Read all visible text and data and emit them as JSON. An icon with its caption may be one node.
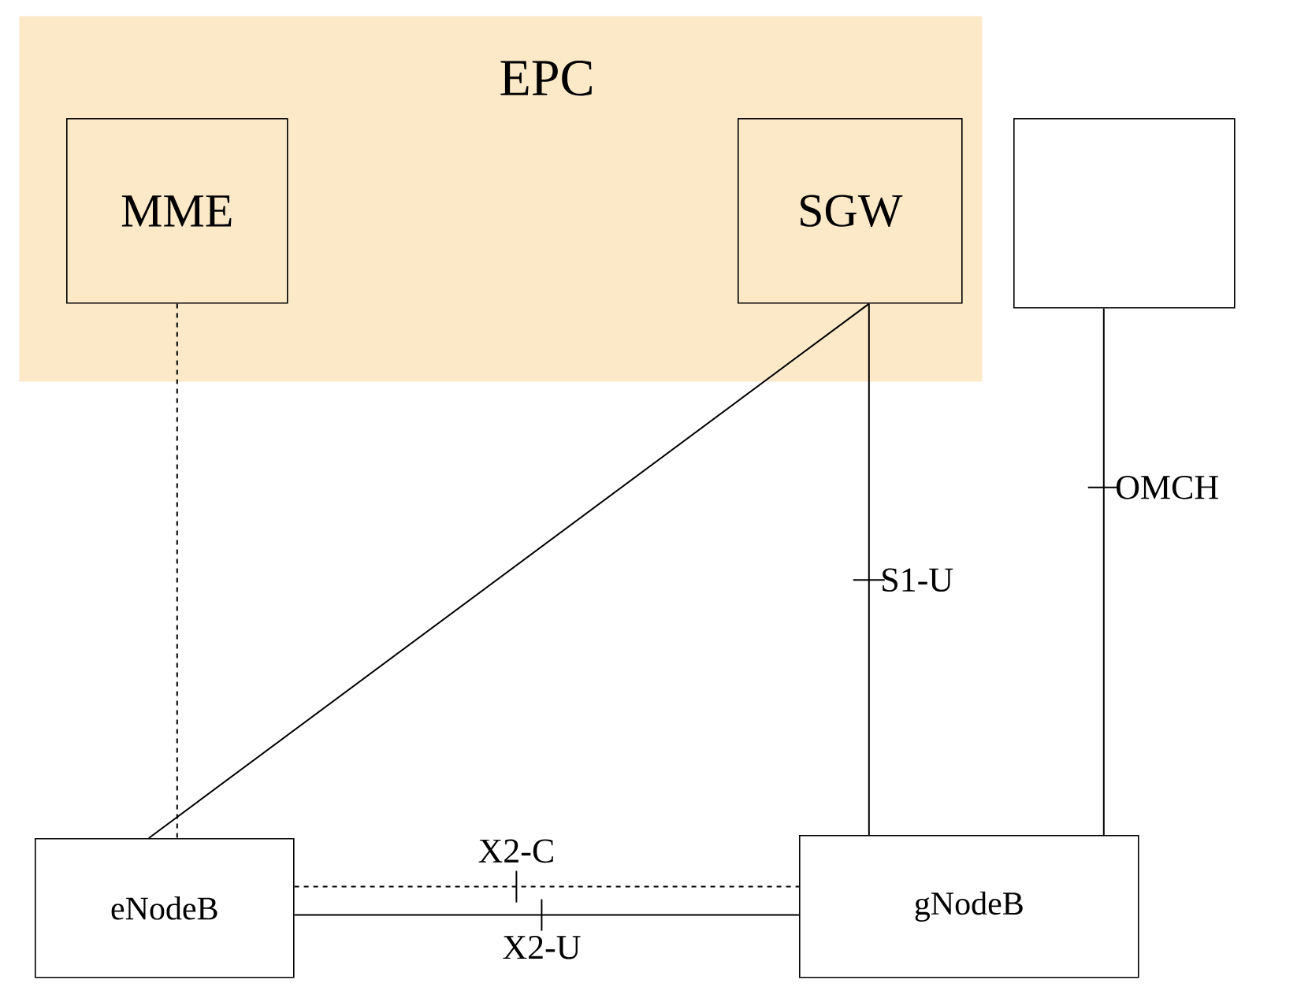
{
  "diagram": {
    "nodes": [
      {
        "text": [
          "EPC"
        ]
      },
      {
        "text": [
          "MME"
        ],
        "in": 0
      },
      {
        "text": [
          "SGW"
        ],
        "in": 0
      },
      {
        "text": [],
        "shape": "box"
      },
      {
        "text": [
          "eNodeB"
        ]
      },
      {
        "text": [
          "gNodeB"
        ]
      }
    ],
    "edges": [
      {
        "from": 1,
        "to": 4,
        "arrow": "none",
        "style": "dashed"
      },
      {
        "from": 2,
        "to": 4,
        "arrow": "none"
      },
      {
        "from": 2,
        "to": 5,
        "arrow": "none",
        "label": "S1-U"
      },
      {
        "from": 3,
        "to": 5,
        "arrow": "none",
        "label": "OMCH"
      },
      {
        "from": 4,
        "to": 5,
        "arrow": "none",
        "style": "dashed",
        "label": "X2-C"
      },
      {
        "from": 4,
        "to": 5,
        "arrow": "none",
        "label": "X2-U"
      }
    ]
  }
}
